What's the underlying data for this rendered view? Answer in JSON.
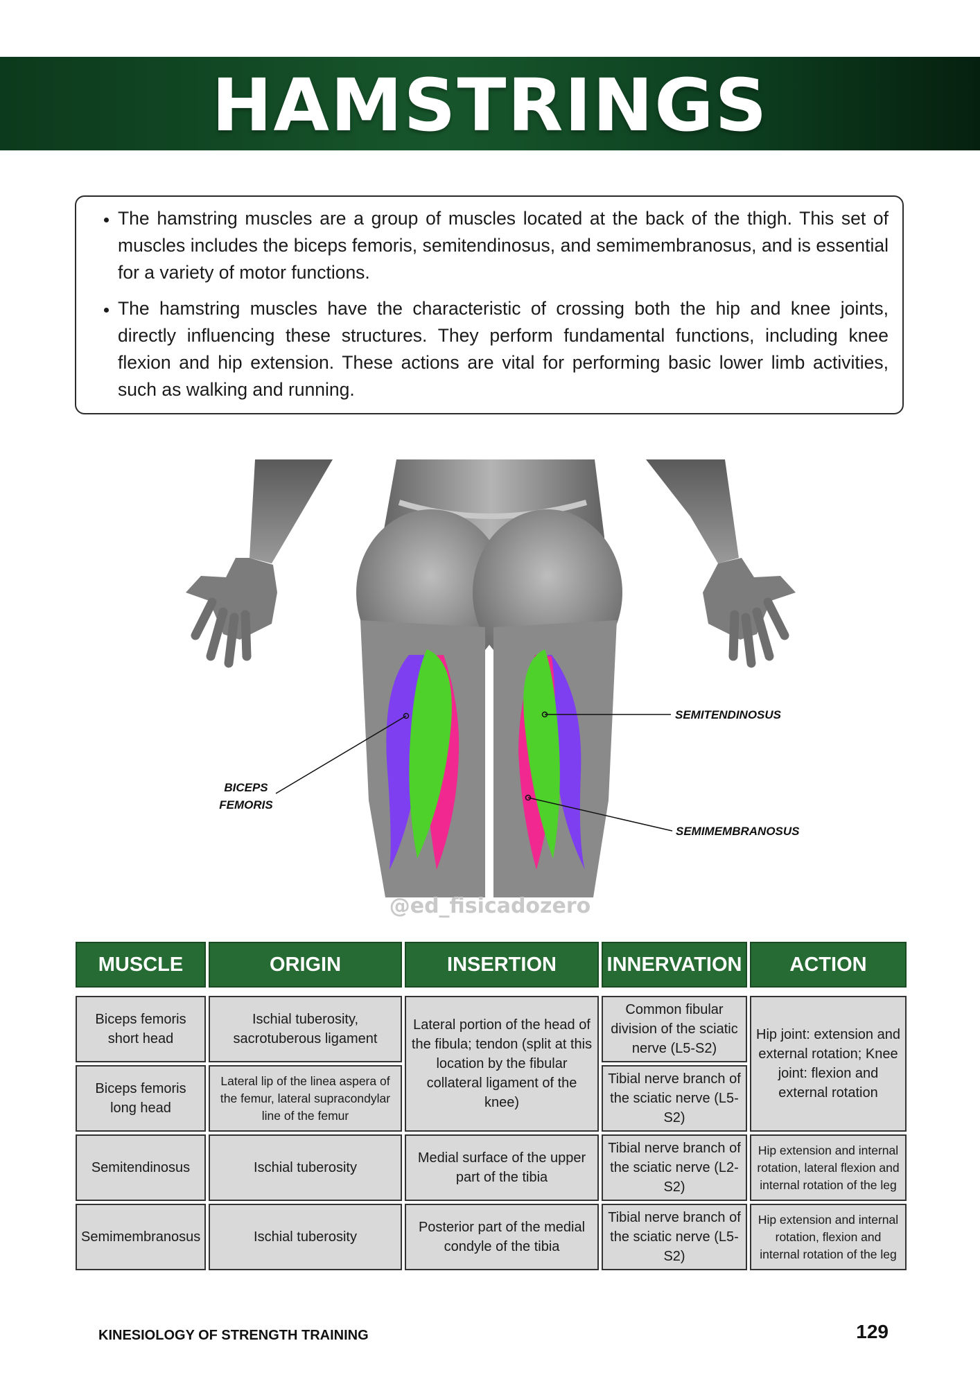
{
  "header": {
    "title": "HAMSTRINGS"
  },
  "intro": {
    "bullets": [
      "The hamstring muscles are a group of muscles located at the back of the thigh. This set of muscles includes the biceps femoris, semitendinosus, and semimembranosus, and is essential for a variety of motor functions.",
      "The hamstring muscles have the characteristic of crossing both the hip and knee joints, directly influencing these structures. They perform fundamental functions, including knee flexion and hip extension. These actions are vital for performing basic lower limb activities, such as walking and running."
    ]
  },
  "figure": {
    "labels": {
      "semitendinosus": "SEMITENDINOSUS",
      "semimembranosus": "SEMIMEMBRANOSUS",
      "biceps_line1": "BICEPS",
      "biceps_line2": "FEMORIS"
    },
    "watermark": "@ed_fisicadozero",
    "colors": {
      "biceps": "#7d3ff0",
      "semitendinosus": "#4ed12a",
      "semimembranosus": "#f0288f",
      "skin": "#8f8f8f"
    }
  },
  "table": {
    "headers": [
      "MUSCLE",
      "ORIGIN",
      "INSERTION",
      "INNERVATION",
      "ACTION"
    ],
    "rows": {
      "biceps_short": {
        "muscle": "Biceps femoris short head",
        "origin": "Ischial tuberosity, sacrotuberous ligament",
        "innervation": "Common fibular division of the sciatic nerve (L5-S2)"
      },
      "biceps_long": {
        "muscle": "Biceps femoris long head",
        "origin": "Lateral lip of the linea aspera of the femur, lateral supracondylar line of the femur",
        "innervation": "Tibial nerve branch of the sciatic nerve (L5-S2)"
      },
      "biceps_shared": {
        "insertion": "Lateral portion of the head of the fibula; tendon (split at this location by the fibular collateral ligament of the knee)",
        "action": "Hip joint: extension and external rotation; Knee joint: flexion and external rotation"
      },
      "semitendinosus": {
        "muscle": "Semitendinosus",
        "origin": "Ischial tuberosity",
        "insertion": "Medial surface of the upper part of the tibia",
        "innervation": "Tibial nerve branch of the sciatic nerve (L2-S2)",
        "action": "Hip extension and internal rotation, lateral flexion and internal rotation of the leg"
      },
      "semimembranosus": {
        "muscle": "Semimembranosus",
        "origin": "Ischial tuberosity",
        "insertion": "Posterior part of the medial condyle of the tibia",
        "innervation": "Tibial nerve branch of the sciatic nerve (L5-S2)",
        "action": "Hip extension and internal rotation, flexion and internal rotation of the leg"
      }
    }
  },
  "footer": {
    "book_title": "KINESIOLOGY OF STRENGTH TRAINING",
    "page_number": "129"
  }
}
